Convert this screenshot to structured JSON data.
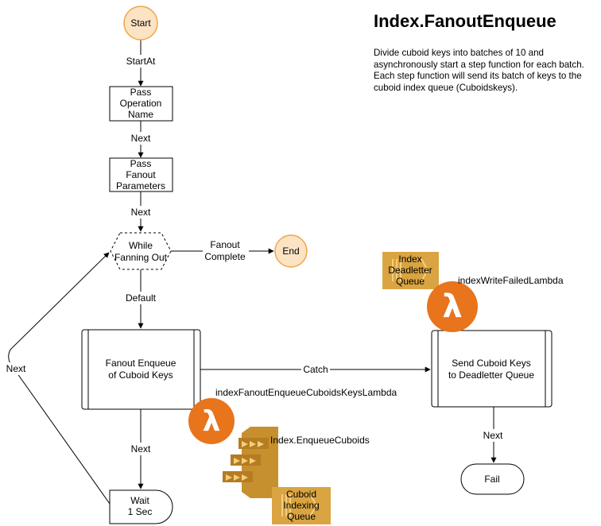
{
  "title": "Index.FanoutEnqueue",
  "description": "Divide cuboid keys into batches of 10 and asynchronously start a step function for each batch. Each step function will send its batch of keys to the cuboid index queue (Cuboidskeys).",
  "nodes": {
    "start": "Start",
    "pass_op": [
      "Pass",
      "Operation",
      "Name"
    ],
    "pass_fanout": [
      "Pass",
      "Fanout",
      "Parameters"
    ],
    "while": [
      "While",
      "Fanning Out"
    ],
    "end": "End",
    "fanout_task": [
      "Fanout Enqueue",
      "of Cuboid Keys"
    ],
    "wait": [
      "Wait",
      "1 Sec"
    ],
    "send_task": [
      "Send Cuboid Keys",
      "to Deadletter Queue"
    ],
    "fail": "Fail"
  },
  "edges": {
    "start_at": "StartAt",
    "next_1": "Next",
    "next_2": "Next",
    "fanout_complete": [
      "Fanout",
      "Complete"
    ],
    "default": "Default",
    "catch": "Catch",
    "next_3": "Next",
    "next_loop": "Next",
    "next_fail": "Next"
  },
  "resources": {
    "fanout_lambda": "indexFanoutEnqueueCuboidsKeysLambda",
    "enqueue_step": "Index.EnqueueCuboids",
    "cuboid_queue": [
      "Cuboid",
      "Indexing",
      "Queue"
    ],
    "deadletter_queue": [
      "Index",
      "Deadletter",
      "Queue"
    ],
    "write_failed_lambda": "indexWriteFailedLambda"
  },
  "colors": {
    "start_end_fill": "#fbe3c4",
    "start_end_stroke": "#f0a64a",
    "lambda_orange": "#e8741c",
    "queue_gold": "#d9a441",
    "step_gold": "#c7902e"
  },
  "icons": [
    "lambda-icon",
    "sqs-queue-icon",
    "step-functions-icon"
  ]
}
